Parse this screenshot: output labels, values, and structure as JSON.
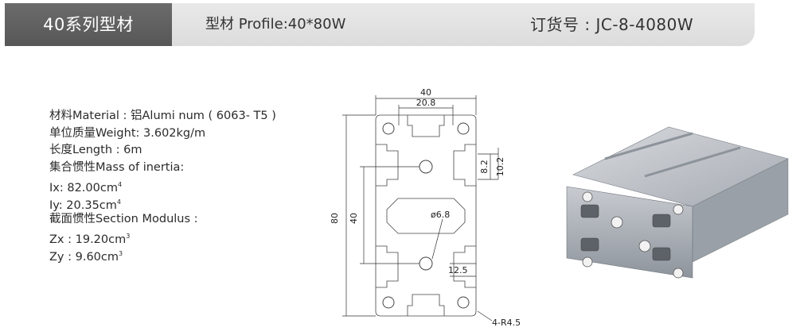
{
  "header": {
    "series_title": "40系列型材",
    "profile": "型材 Profile:40*80W",
    "order_no": "订货号 : JC-8-4080W"
  },
  "specs": {
    "material": "材料Material : 铝Alumi num ( 6063- T5 )",
    "weight": "单位质量Weight: 3.602kg/m",
    "length": "长度Length : 6m",
    "inertia_title": "集合惯性Mass of  inertia:",
    "ix_label": "Ix: 82.00cm",
    "ix_exp": "4",
    "iy_label": "Iy: 20.35cm",
    "iy_exp": "4",
    "modulus_title": "截面惯性Section Modulus :",
    "zx_label": "Zx : 19.20cm",
    "zx_exp": "3",
    "zy_label": "Zy : 9.60cm",
    "zy_exp": "3"
  },
  "dimensions": {
    "width_total": "40",
    "slot_spacing": "20.8",
    "height_total": "80",
    "center_height": "40",
    "slot_depth": "8.2",
    "slot_depth2": "10.2",
    "hole_dia": "ø6.8",
    "edge_offset": "12.5",
    "corner_radius": "4-R4.5"
  },
  "colors": {
    "header_dark": "#5f5f5f",
    "header_light": "#e3e3e3",
    "profile_metal": "#b9bec4"
  }
}
